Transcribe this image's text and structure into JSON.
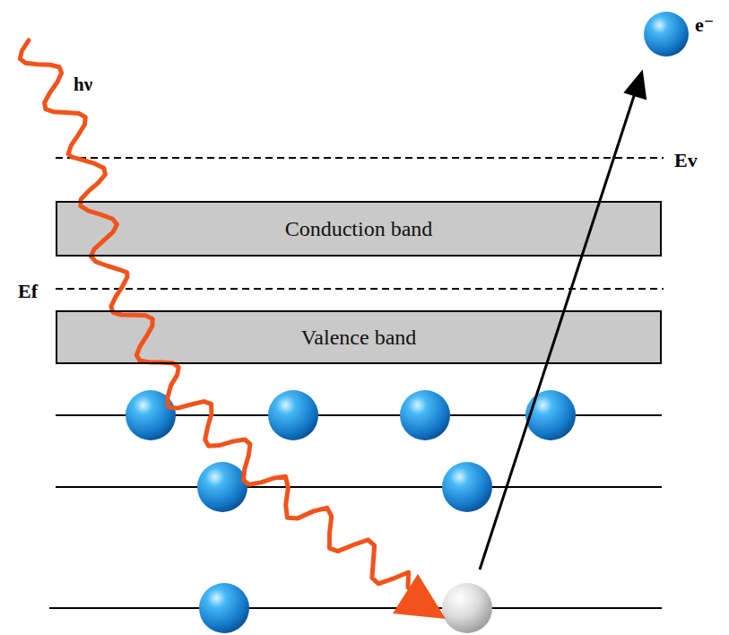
{
  "diagram": {
    "nodes": [
      {
        "text": [
          "Conduction band"
        ]
      },
      {
        "text": [
          "Valence band"
        ]
      }
    ],
    "labels": [
      "hν",
      "Ev",
      "Ef",
      "e⁻"
    ]
  }
}
